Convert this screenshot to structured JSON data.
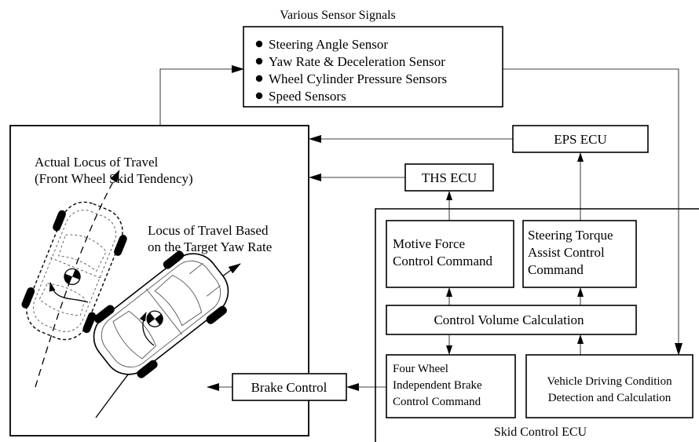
{
  "sensors": {
    "caption": "Various Sensor Signals",
    "items": [
      "Steering Angle Sensor",
      "Yaw Rate & Deceleration Sensor",
      "Wheel Cylinder Pressure Sensors",
      "Speed Sensors"
    ]
  },
  "vehicle_panel": {
    "actual_locus_line1": "Actual Locus of Travel",
    "actual_locus_line2": "(Front Wheel Skid Tendency)",
    "target_locus_line1": "Locus of Travel Based",
    "target_locus_line2": "on the Target Yaw Rate"
  },
  "ecus": {
    "eps": "EPS ECU",
    "ths": "THS ECU",
    "skid_control": "Skid Control ECU"
  },
  "blocks": {
    "motive_force_line1": "Motive Force",
    "motive_force_line2": "Control Command",
    "steering_torque_line1": "Steering Torque",
    "steering_torque_line2": "Assist Control",
    "steering_torque_line3": "Command",
    "control_volume": "Control Volume Calculation",
    "four_wheel_line1": "Four Wheel",
    "four_wheel_line2": "Independent Brake",
    "four_wheel_line3": "Control Command",
    "vehicle_driving_line1": "Vehicle Driving Condition",
    "vehicle_driving_line2": "Detection and Calculation",
    "brake_control": "Brake Control"
  }
}
